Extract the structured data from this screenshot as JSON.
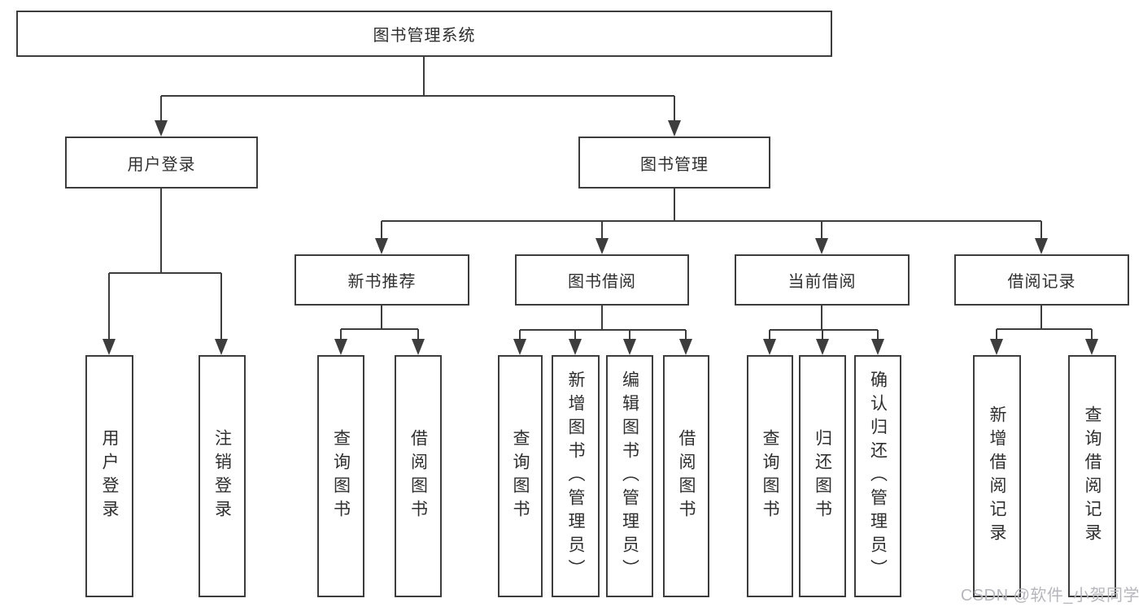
{
  "colors": {
    "line": "#3d3d3d",
    "text": "#2f2f2f",
    "wm": "#b6b6bc",
    "bg": "#ffffff"
  },
  "watermark": {
    "text": "CSDN @软件_小贺同学"
  },
  "tree": {
    "label": "图书管理系统",
    "children": [
      {
        "label": "用户登录",
        "children": [
          {
            "label": "用户登录"
          },
          {
            "label": "注销登录"
          }
        ]
      },
      {
        "label": "图书管理",
        "children": [
          {
            "label": "新书推荐",
            "children": [
              {
                "label": "查询图书"
              },
              {
                "label": "借阅图书"
              }
            ]
          },
          {
            "label": "图书借阅",
            "children": [
              {
                "label": "查询图书"
              },
              {
                "label": "新增图书（管理员）"
              },
              {
                "label": "编辑图书（管理员）"
              },
              {
                "label": "借阅图书"
              }
            ]
          },
          {
            "label": "当前借阅",
            "children": [
              {
                "label": "查询图书"
              },
              {
                "label": "归还图书"
              },
              {
                "label": "确认归还（管理员）"
              }
            ]
          },
          {
            "label": "借阅记录",
            "children": [
              {
                "label": "新增借阅记录"
              },
              {
                "label": "查询借阅记录"
              }
            ]
          }
        ]
      }
    ]
  }
}
